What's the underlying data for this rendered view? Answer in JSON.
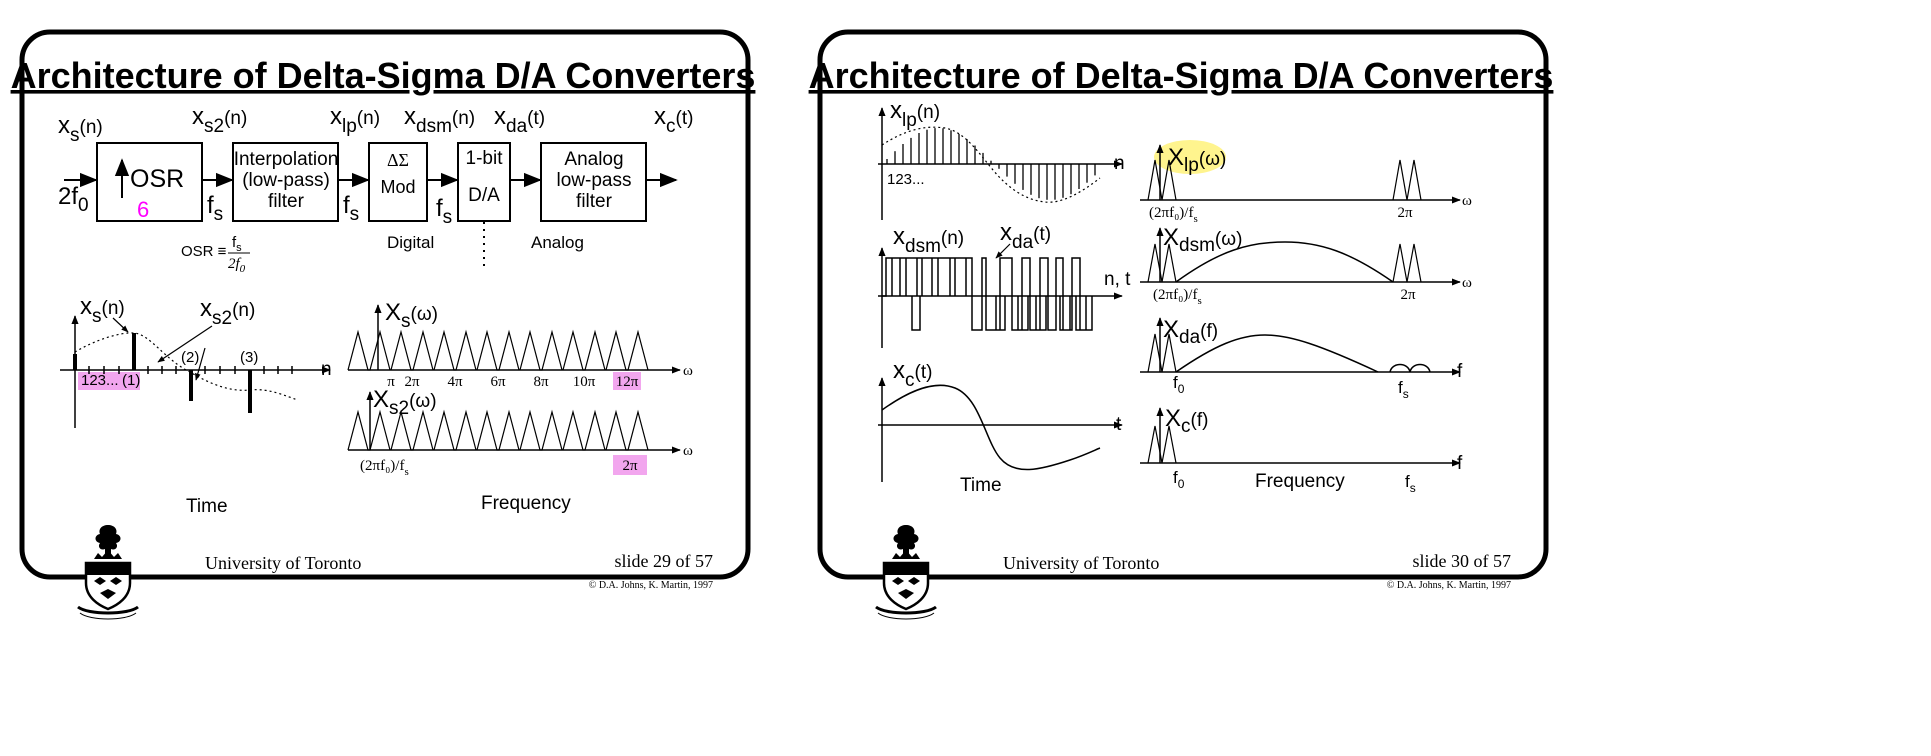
{
  "slides": [
    {
      "title": "Architecture of Delta-Sigma D/A Converters",
      "footer_left": "University of Toronto",
      "footer_right": "slide 29 of 57",
      "copyright": "© D.A. Johns, K. Martin, 1997",
      "block_diagram": {
        "signals": [
          {
            "base": "x",
            "sub": "s",
            "arg": "(n)"
          },
          {
            "base": "x",
            "sub": "s2",
            "arg": "(n)"
          },
          {
            "base": "x",
            "sub": "lp",
            "arg": "(n)"
          },
          {
            "base": "x",
            "sub": "dsm",
            "arg": "(n)"
          },
          {
            "base": "x",
            "sub": "da",
            "arg": "(t)"
          },
          {
            "base": "x",
            "sub": "c",
            "arg": "(t)"
          }
        ],
        "input_rate": {
          "base": "2f",
          "sub": "0"
        },
        "rate_labels": [
          {
            "base": "f",
            "sub": "s"
          },
          {
            "base": "f",
            "sub": "s"
          },
          {
            "base": "f",
            "sub": "s"
          }
        ],
        "blocks": [
          {
            "lines": [
              "OSR"
            ]
          },
          {
            "lines": [
              "Interpolation",
              "(low-pass)",
              "filter"
            ]
          },
          {
            "lines": [
              "ΔΣ",
              "Mod"
            ]
          },
          {
            "lines": [
              "1-bit",
              "D/A"
            ]
          },
          {
            "lines": [
              "Analog",
              "low-pass",
              "filter"
            ]
          }
        ],
        "osr_annotation": "6",
        "osr_formula": {
          "lhs": "OSR ≡",
          "num": "f",
          "num_sub": "s",
          "den": "2f",
          "den_sub": "0"
        },
        "region_labels": [
          "Digital",
          "Analog"
        ]
      },
      "time_plot": {
        "labels": [
          {
            "base": "x",
            "sub": "s",
            "arg": "(n)"
          },
          {
            "base": "x",
            "sub": "s2",
            "arg": "(n)"
          }
        ],
        "axis_label": "n",
        "index_label": "123...",
        "markers": [
          "(1)",
          "(2)",
          "(3)"
        ],
        "caption": "Time"
      },
      "freq_plot": {
        "top_label": {
          "base": "X",
          "sub": "s",
          "arg": "(ω)"
        },
        "bottom_label": {
          "base": "X",
          "sub": "s2",
          "arg": "(ω)"
        },
        "top_ticks": [
          "π",
          "2π",
          "4π",
          "6π",
          "8π",
          "10π",
          "12π"
        ],
        "bottom_tick_left": "(2πf₀)/f",
        "bottom_tick_left_sub": "s",
        "bottom_tick_right": "2π",
        "axis_label": "ω",
        "caption": "Frequency"
      },
      "highlight_color": "#f2a6ee",
      "annotation_color": "#ff00ff"
    },
    {
      "title": "Architecture of Delta-Sigma D/A Converters",
      "footer_left": "University of Toronto",
      "footer_right": "slide 30 of 57",
      "copyright": "© D.A. Johns, K. Martin, 1997",
      "left_plots": {
        "xlp": {
          "base": "x",
          "sub": "lp",
          "arg": "(n)"
        },
        "xlp_axis": "n",
        "xlp_index": "123...",
        "xdsm": {
          "base": "x",
          "sub": "dsm",
          "arg": "(n)"
        },
        "xda": {
          "base": "x",
          "sub": "da",
          "arg": "(t)"
        },
        "dsm_axis": "n, t",
        "xc": {
          "base": "x",
          "sub": "c",
          "arg": "(t)"
        },
        "xc_axis": "t",
        "caption": "Time"
      },
      "right_plots": {
        "Xlp": {
          "base": "X",
          "sub": "lp",
          "arg": "(ω)"
        },
        "Xdsm": {
          "base": "X",
          "sub": "dsm",
          "arg": "(ω)"
        },
        "Xda": {
          "base": "X",
          "sub": "da",
          "arg": "(f)"
        },
        "Xc": {
          "base": "X",
          "sub": "c",
          "arg": "(f)"
        },
        "omega": "ω",
        "f_axis": "f",
        "two_pi": "2π",
        "band_edge": "(2πf₀)/f",
        "band_edge_sub": "s",
        "f0": {
          "base": "f",
          "sub": "0"
        },
        "fs": {
          "base": "f",
          "sub": "s"
        },
        "caption": "Frequency"
      },
      "highlight_color": "#fff27a"
    }
  ]
}
